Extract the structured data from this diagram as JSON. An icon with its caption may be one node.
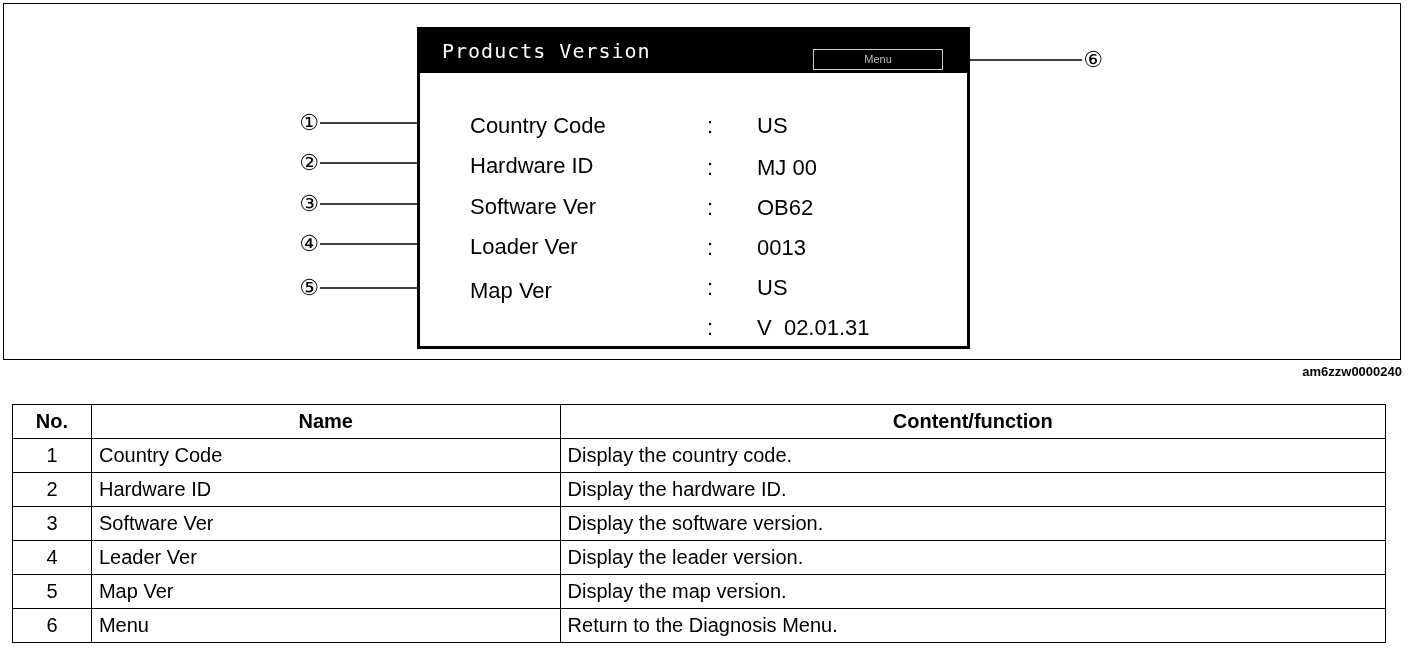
{
  "diagram": {
    "nodes": [
      {
        "text": [
          "Products Version"
        ]
      },
      {
        "text": [
          "Menu"
        ],
        "in": 0
      },
      {
        "text": [
          "Country Code"
        ],
        "in": 0
      },
      {
        "text": [
          "Hardware ID"
        ],
        "in": 0
      },
      {
        "text": [
          "Software Ver"
        ],
        "in": 0
      },
      {
        "text": [
          "Loader Ver"
        ],
        "in": 0
      },
      {
        "text": [
          "Map Ver"
        ],
        "in": 0
      },
      {
        "text": [
          "⑥"
        ]
      },
      {
        "text": [
          "①"
        ]
      },
      {
        "text": [
          "②"
        ]
      },
      {
        "text": [
          "③"
        ]
      },
      {
        "text": [
          "④"
        ]
      },
      {
        "text": [
          "⑤"
        ]
      }
    ],
    "edges": [
      {
        "from": 7,
        "to": 1,
        "arrow": "none"
      },
      {
        "from": 8,
        "to": 2,
        "arrow": "none"
      },
      {
        "from": 9,
        "to": 3,
        "arrow": "none"
      },
      {
        "from": 10,
        "to": 4,
        "arrow": "none"
      },
      {
        "from": 11,
        "to": 5,
        "arrow": "none"
      },
      {
        "from": 12,
        "to": 6,
        "arrow": "none"
      }
    ],
    "labels": [
      ":",
      "US",
      ":",
      "MJ 00",
      ":",
      "OB62",
      ":",
      "0013",
      ":",
      "US",
      ":",
      "V  02.01.31",
      "am6zzw0000240",
      "No.",
      "Name",
      "Content/function",
      "1",
      "Country Code",
      "Display the country code.",
      "2",
      "Hardware ID",
      "Display the hardware ID.",
      "3",
      "Software Ver",
      "Display the software version.",
      "4",
      "Leader Ver",
      "Display the leader version.",
      "5",
      "Map Ver",
      "Display the map version.",
      "6",
      "Menu",
      "Return to the Diagnosis Menu."
    ]
  }
}
